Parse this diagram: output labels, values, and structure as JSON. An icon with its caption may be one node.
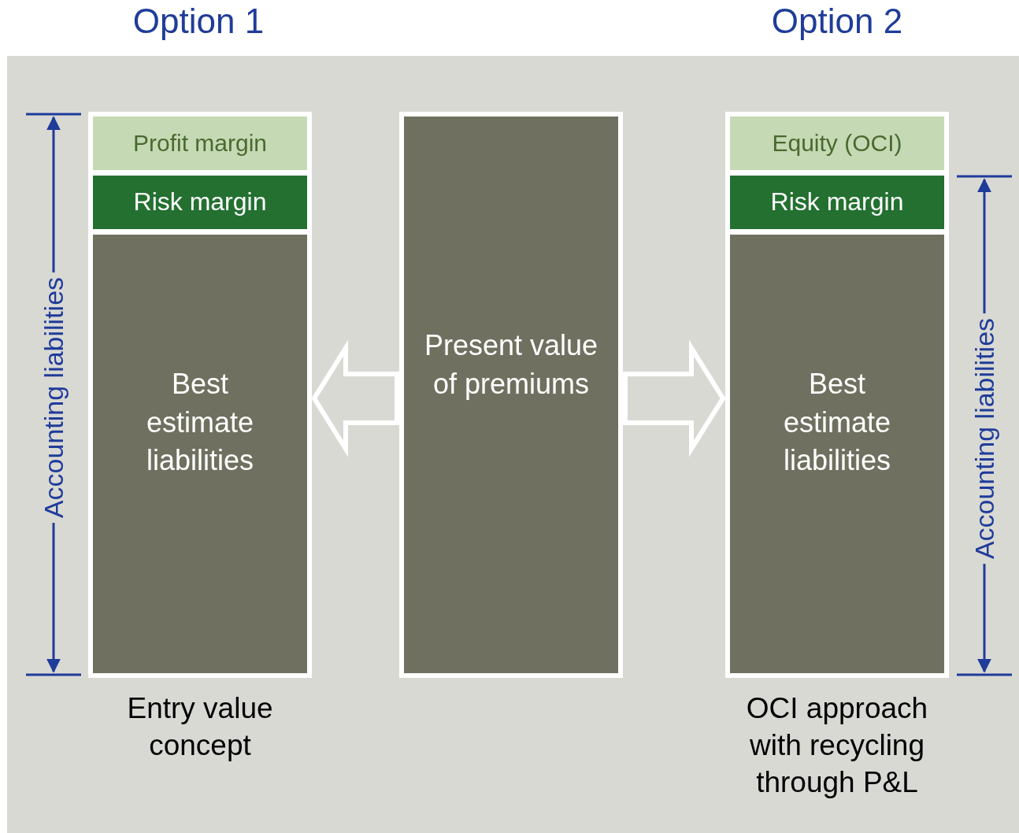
{
  "diagram": {
    "nodes": [
      {
        "text": [],
        "shape": "box",
        "beside": [
          "Entry value concept"
        ]
      },
      {
        "text": [
          "Profit margin"
        ],
        "in": 0
      },
      {
        "text": [
          "Risk margin"
        ],
        "in": 0
      },
      {
        "text": [
          "Best estimate liabilities"
        ],
        "in": 0
      },
      {
        "text": [
          "Present value of premiums"
        ]
      },
      {
        "text": [],
        "shape": "box",
        "beside": [
          "OCI approach with recycling through P&L"
        ]
      },
      {
        "text": [
          "Equity (OCI)"
        ],
        "in": 5
      },
      {
        "text": [
          "Risk margin"
        ],
        "in": 5
      },
      {
        "text": [
          "Best estimate liabilities"
        ],
        "in": 5
      }
    ],
    "edges": [
      {
        "from": 4,
        "to": 0,
        "arrow": "to"
      },
      {
        "from": 4,
        "to": 5,
        "arrow": "to"
      }
    ],
    "labels": [
      "Option 1",
      "Option 2",
      "Accounting liabilities",
      "Accounting liabilities"
    ]
  }
}
